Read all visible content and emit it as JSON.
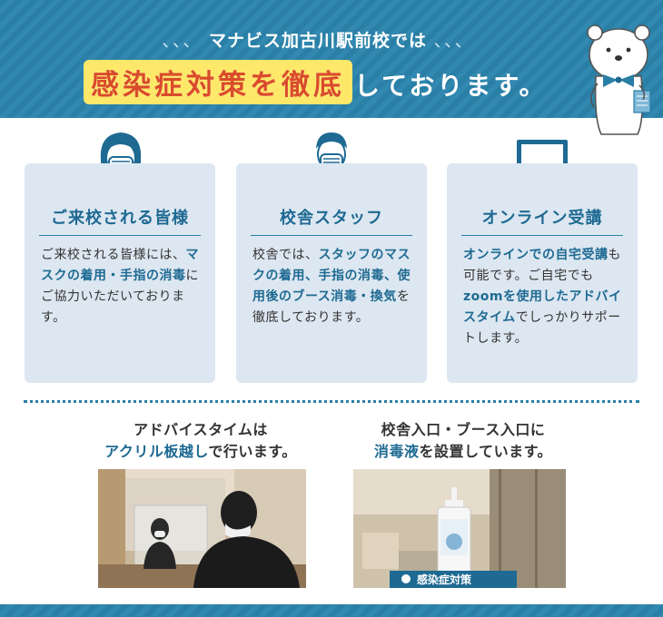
{
  "header": {
    "subtitle_deco_left": "、、、",
    "subtitle": "マナビス加古川駅前校では",
    "subtitle_deco_right": "、、、",
    "title_accent": "感染症対策を徹底",
    "title_rest": "しております。"
  },
  "cards": [
    {
      "icon": "masked-person-icon",
      "title": "ご来校される皆様",
      "body": [
        {
          "text": "ご来校される皆様には、",
          "hl": false
        },
        {
          "text": "マスクの着用・手指の消毒",
          "hl": true
        },
        {
          "text": "にご協力いただいております。",
          "hl": false
        }
      ]
    },
    {
      "icon": "masked-staff-icon",
      "title": "校舎スタッフ",
      "body": [
        {
          "text": "校舎では、",
          "hl": false
        },
        {
          "text": "スタッフのマスクの着用、手指の消毒、使用後のブース消毒・換気",
          "hl": true
        },
        {
          "text": "を徹底しております。",
          "hl": false
        }
      ]
    },
    {
      "icon": "laptop-icon",
      "title": "オンライン受講",
      "body": [
        {
          "text": "オンラインでの自宅受講",
          "hl": true
        },
        {
          "text": "も可能です。ご自宅でも",
          "hl": false
        },
        {
          "text": "zoomを使用したアドバイスタイム",
          "hl": true
        },
        {
          "text": "でしっかりサポートします。",
          "hl": false
        }
      ]
    }
  ],
  "photos": [
    {
      "caption_line1": "アドバイスタイムは",
      "caption_hl": "アクリル板越し",
      "caption_rest": "で行います。",
      "alt": "advice-session-photo"
    },
    {
      "caption_line1": "校舎入口・ブース入口に",
      "caption_hl": "消毒液",
      "caption_rest": "を設置しています。",
      "alt": "sanitizer-photo",
      "sign_text": "感染症対策"
    }
  ],
  "colors": {
    "brand_blue": "#2a7fa6",
    "accent_red": "#d94b2b",
    "accent_yellow": "#fde86a",
    "card_bg": "#dde7f1"
  }
}
